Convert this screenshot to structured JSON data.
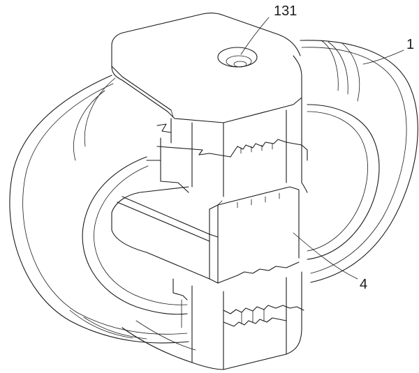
{
  "labels": {
    "hole_ref": "131",
    "ring_ref": "1",
    "block_ref": "4"
  }
}
